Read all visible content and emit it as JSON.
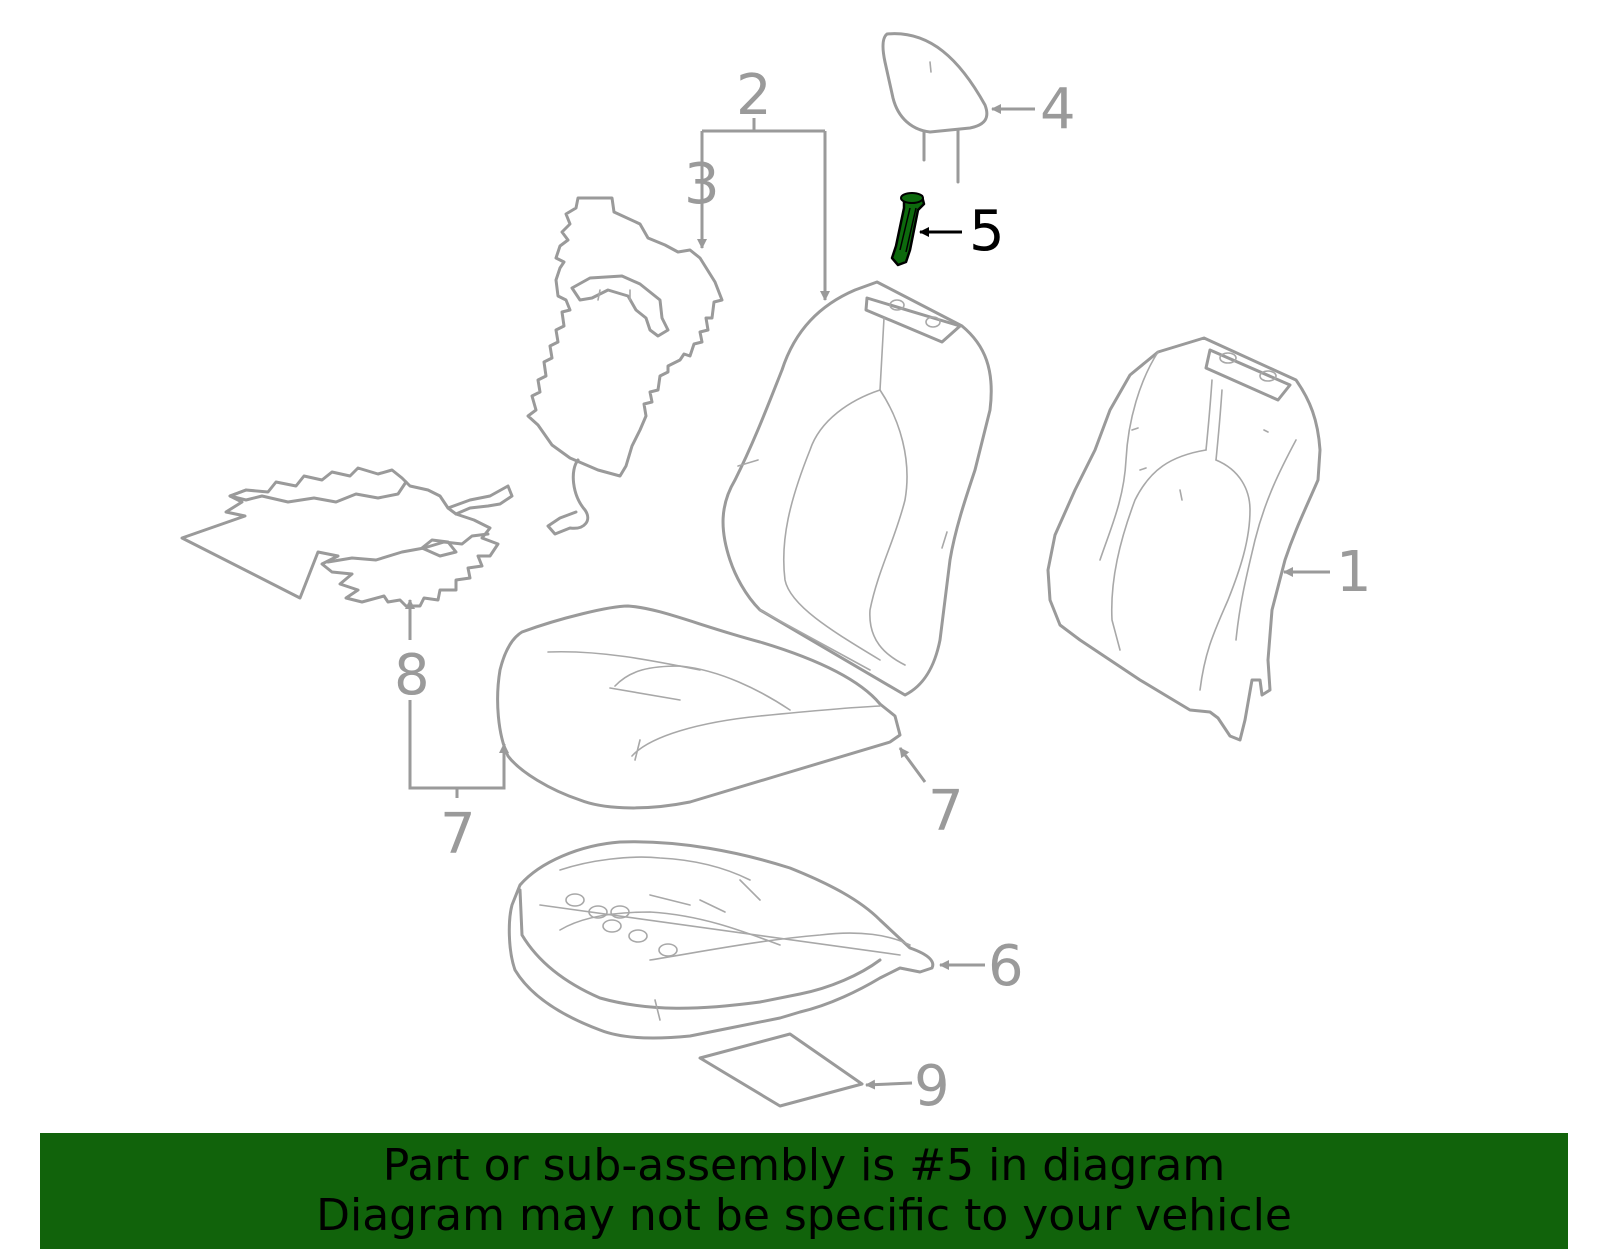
{
  "diagram": {
    "callouts": {
      "c1": "1",
      "c2": "2",
      "c3": "3",
      "c4": "4",
      "c5": "5",
      "c6": "6",
      "c7a": "7",
      "c7b": "7",
      "c8": "8",
      "c9": "9"
    },
    "highlighted_part": "5",
    "colors": {
      "line": "#9a9a9a",
      "highlight_fill": "#0d6a0d",
      "highlight_outline": "#000000",
      "banner_bg": "#11630b"
    }
  },
  "banner": {
    "line1": "Part or sub-assembly is #5 in diagram",
    "line2": "Diagram may not be specific to your vehicle"
  }
}
